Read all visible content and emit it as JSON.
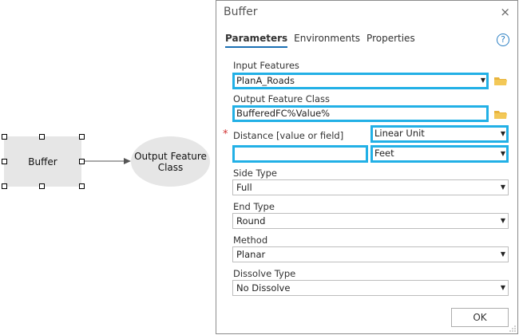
{
  "canvas": {
    "tool_label": "Buffer",
    "output_label_line1": "Output Feature",
    "output_label_line2": "Class"
  },
  "dialog": {
    "title": "Buffer",
    "tabs": [
      "Parameters",
      "Environments",
      "Properties"
    ],
    "active_tab": "Parameters",
    "help_symbol": "?",
    "close_symbol": "×",
    "input_features": {
      "label": "Input Features",
      "value": "PlanA_Roads"
    },
    "output_feature_class": {
      "label": "Output Feature Class",
      "value": "BufferedFC%Value%"
    },
    "distance": {
      "required_marker": "*",
      "label": "Distance [value or field]",
      "value": "",
      "type_value": "Linear Unit",
      "unit_value": "Feet"
    },
    "side_type": {
      "label": "Side Type",
      "value": "Full"
    },
    "end_type": {
      "label": "End Type",
      "value": "Round"
    },
    "method": {
      "label": "Method",
      "value": "Planar"
    },
    "dissolve_type": {
      "label": "Dissolve Type",
      "value": "No Dissolve"
    },
    "ok_label": "OK"
  },
  "colors": {
    "highlight": "#22b0e6",
    "folder": "#e8b43c",
    "accent": "#1a6fb3"
  }
}
